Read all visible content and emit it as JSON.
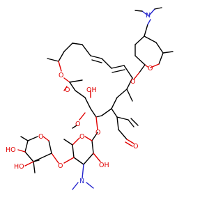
{
  "diagram": {
    "colors": {
      "bond": "#000000",
      "oxygen": "#e00000",
      "nitrogen": "#2222cc"
    },
    "labels": {
      "n_top": "N",
      "o_ring_top": "O",
      "o_glyco_top": "O",
      "o_lactone_ring": "O",
      "o_lactone_carbonyl": "O",
      "oh_macro": "OH",
      "o_methoxy": "O",
      "o_glyco_mid": "O",
      "aldehyde_o": "O",
      "o_ring_mid": "O",
      "oh_mid": "OH",
      "n_mid": "N",
      "o_glyco_low": "O",
      "o_ring_left": "O",
      "ho_left_top": "HO",
      "ho_left_bottom": "HO"
    }
  }
}
